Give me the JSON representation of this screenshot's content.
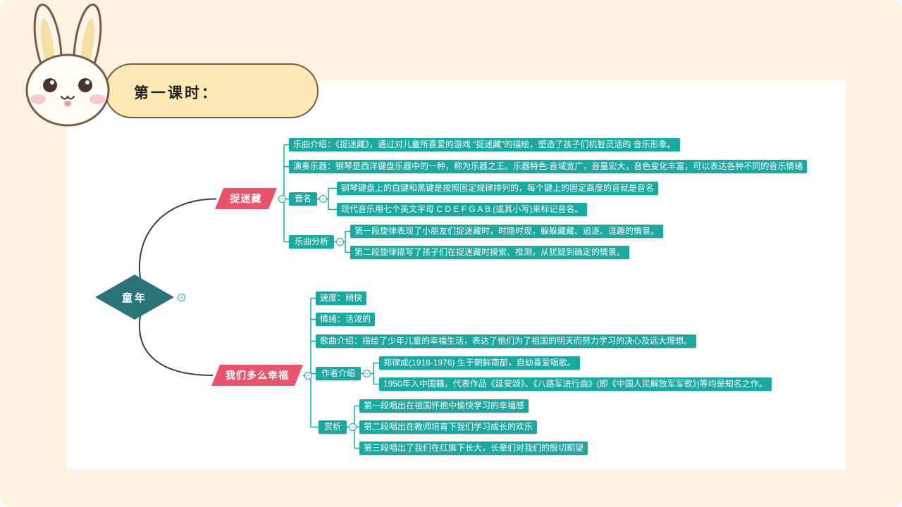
{
  "slide": {
    "banner_title": "第一课时："
  },
  "palette": {
    "background": "#fbf2df",
    "panel": "#ffffff",
    "node_teal": "#1ba8a0",
    "root_teal": "#2a7478",
    "branch_pink": "#e9536e",
    "connector_black": "#3c3c3c",
    "banner_fill": "#fce9b4",
    "banner_border": "#7a5a43"
  },
  "icons": {
    "collapse_glyph": "−"
  },
  "mindmap": {
    "root": "童年",
    "branch1": {
      "label": "捉迷藏",
      "intro": "乐曲介绍：《捉迷藏》，通过对儿童所喜爱的游戏 “捉迷藏”的描绘，塑造了孩子们机智灵活的 音乐形象。",
      "instrument": "演奏乐器：钢琴是西洋键盘乐器中的一种，称为乐器之王。乐器特色:音域宽广，音量宏大，音色变化丰富，可以表达各种不同的音乐情绪",
      "pitch_label": "音名",
      "pitch1": "钢琴键盘上的白键和黑键是按照固定规律排列的，每个键上的固定高度的音就是音名",
      "pitch2": "现代音乐用七个英文字母 C D E F G A B (或其小写)来标记音名。",
      "analysis_label": "乐曲分析",
      "analysis1": "第一段旋律表现了小朋友们捉迷藏时，时隐时现，躲躲藏藏、追逐、逗趣的情景。",
      "analysis2": "第二段旋律描写了孩子们在捉迷藏时摸索、推测，从犹疑到确定的情景。"
    },
    "branch2": {
      "label": "我们多么幸福",
      "speed": "速度：稍快",
      "mood": "情绪：活泼的",
      "intro": "歌曲介绍：描绘了少年儿童的幸福生活，表达了他们为了祖国的明天而努力学习的决心及远大理想。",
      "author_label": "作者介绍",
      "author1": "郑律成(1918-1976) 生于朝鲜南部，自幼喜爱唱歌。",
      "author2": "1950年入中国籍。代表作品《延安颂》、《八路军进行曲》(即《中国人民解放军军歌》)等均是知名之作。",
      "appreciation_label": "赏析",
      "appreciation1": "第一段唱出在祖国怀抱中愉快学习的幸福感",
      "appreciation2": "第二段唱出在教师培育下我们学习成长的欢乐",
      "appreciation3": "第三段唱出了我们在红旗下长大，长辈们对我们的殷切期望"
    }
  }
}
